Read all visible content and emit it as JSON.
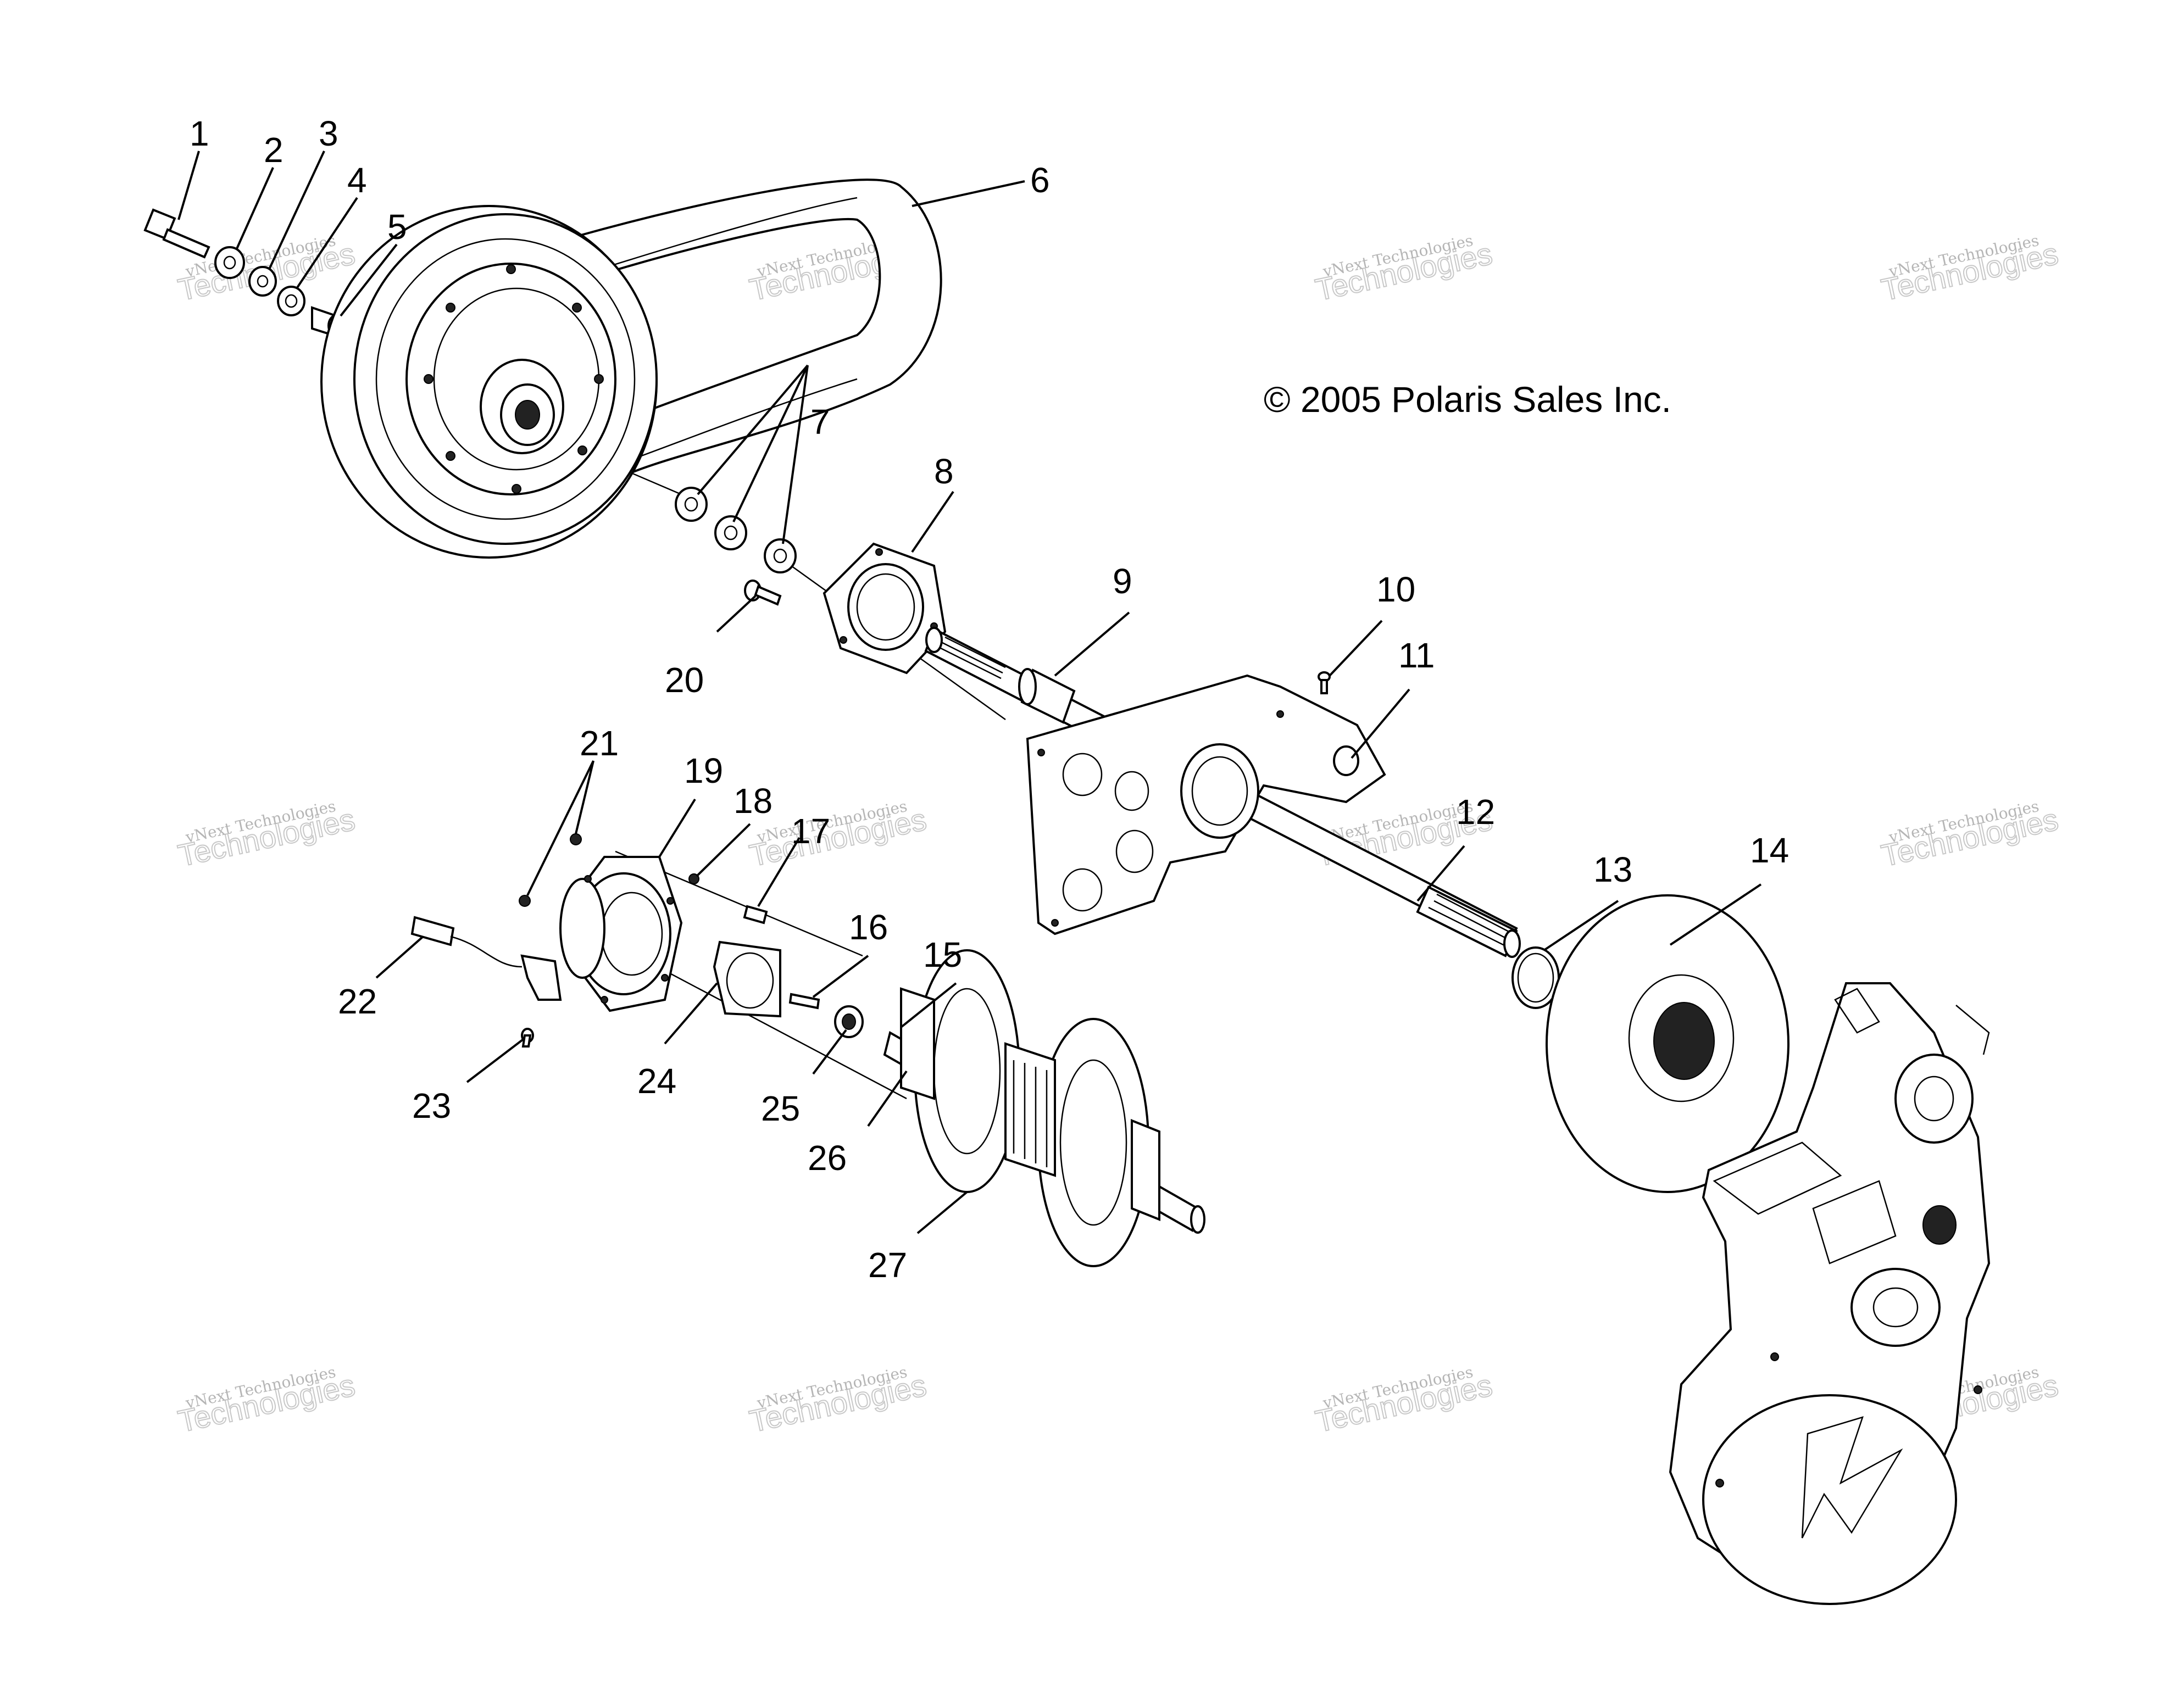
{
  "copyright": "© 2005 Polaris Sales Inc.",
  "watermark": {
    "line1": "vNext Technologies",
    "line2": "Technologies"
  },
  "callouts": [
    "1",
    "2",
    "3",
    "4",
    "5",
    "6",
    "7",
    "8",
    "9",
    "10",
    "11",
    "12",
    "13",
    "14",
    "15",
    "16",
    "17",
    "18",
    "19",
    "20",
    "21",
    "22",
    "23",
    "24",
    "25",
    "26",
    "27"
  ]
}
